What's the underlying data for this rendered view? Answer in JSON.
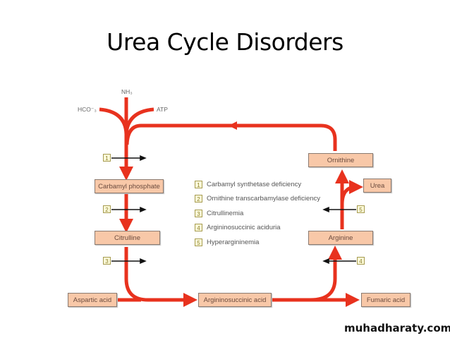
{
  "title": "Urea Cycle Disorders",
  "inputs": {
    "nh3": "NH₃",
    "hco3": "HCO⁻₃",
    "atp": "ATP"
  },
  "nodes": {
    "carbamyl_phosphate": "Carbamyl phosphate",
    "citrulline": "Citrulline",
    "aspartic_acid": "Aspartic acid",
    "argininosuccinic_acid": "Argininosuccinic acid",
    "fumaric_acid": "Fumaric acid",
    "arginine": "Arginine",
    "urea": "Urea",
    "ornithine": "Ornithine"
  },
  "blocks": [
    "1",
    "2",
    "3",
    "4",
    "5"
  ],
  "legend": [
    {
      "num": "1",
      "text": "Carbamyl synthetase deficiency"
    },
    {
      "num": "2",
      "text": "Ornithine transcarbamylase deficiency"
    },
    {
      "num": "3",
      "text": "Citrullinemia"
    },
    {
      "num": "4",
      "text": "Argininosuccinic aciduria"
    },
    {
      "num": "5",
      "text": "Hyperargininemia"
    }
  ],
  "colors": {
    "pathway": "#e8321e",
    "box_fill": "#f8c8a8",
    "block_arrow": "#111111"
  },
  "footer": "muhadharaty.com"
}
